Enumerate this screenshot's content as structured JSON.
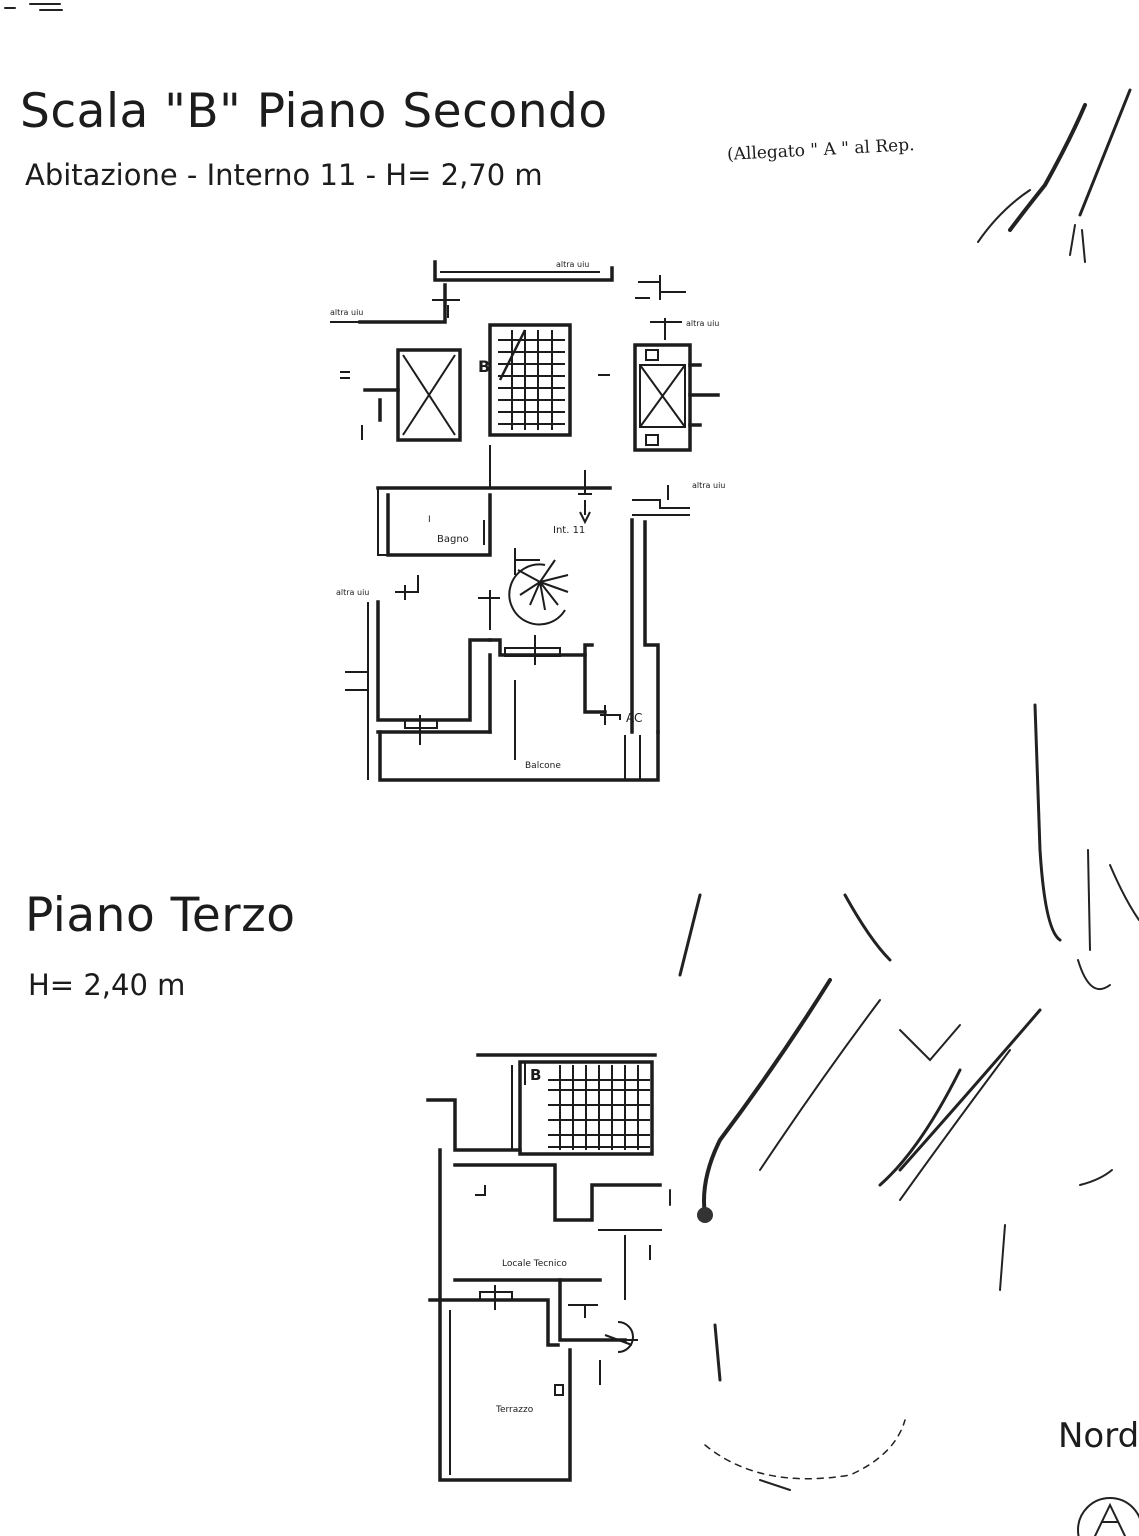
{
  "plan_second": {
    "title": "Scala \"B\" Piano Secondo",
    "subtitle": "Abitazione - Interno 11 - H= 2,70 m",
    "labels": {
      "altra_uiu_top": "altra uiu",
      "altra_uiu_left_top": "altra uiu",
      "altra_uiu_right_top": "altra uiu",
      "altra_uiu_right_mid": "altra uiu",
      "altra_uiu_left_mid": "altra uiu",
      "stair": "B",
      "bagno": "Bagno",
      "entrance": "Int. 11",
      "ac": "AC",
      "balcone": "Balcone"
    }
  },
  "plan_third": {
    "title": "Piano Terzo",
    "subtitle": "H= 2,40 m",
    "labels": {
      "stair": "B",
      "locale_tecnico": "Locale Tecnico",
      "terrazzo": "Terrazzo"
    }
  },
  "stamp": {
    "text": "(Allegato \" A \" al Rep."
  },
  "north": {
    "label": "Nord"
  }
}
